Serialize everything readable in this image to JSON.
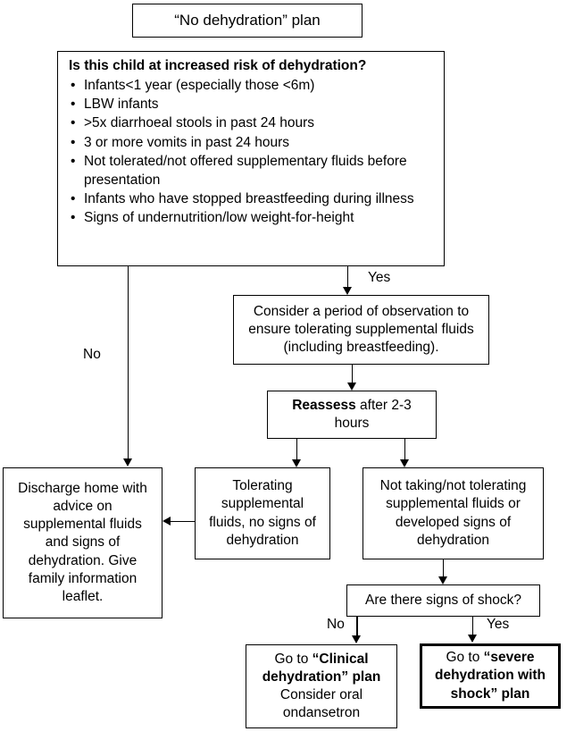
{
  "title": {
    "text": "“No dehydration” plan"
  },
  "risk": {
    "heading": "Is this child at increased risk of dehydration?",
    "items": [
      "Infants<1 year (especially those <6m)",
      "LBW infants",
      ">5x diarrhoeal stools in past 24 hours",
      "3 or more vomits in past 24 hours",
      "Not tolerated/not offered supplementary fluids before presentation",
      "Infants who have stopped breastfeeding during illness",
      "Signs of undernutrition/low weight-for-height"
    ]
  },
  "edges": {
    "risk_yes": "Yes",
    "risk_no": "No",
    "shock_no": "No",
    "shock_yes": "Yes"
  },
  "observation": {
    "text": "Consider a period of observation to ensure tolerating supplemental fluids (including breastfeeding)."
  },
  "reassess": {
    "bold": "Reassess",
    "rest": " after 2-3 hours"
  },
  "discharge": {
    "text": "Discharge home with advice on supplemental fluids and signs of dehydration. Give family information leaflet."
  },
  "tolerating": {
    "text": "Tolerating supplemental fluids, no signs of dehydration"
  },
  "not_taking": {
    "text": "Not taking/not tolerating supplemental fluids or developed signs of dehydration"
  },
  "shock_question": {
    "text": "Are there signs of shock?"
  },
  "clinical_plan": {
    "prefix": "Go to ",
    "bold": "“Clinical dehydration” plan",
    "suffix": "Consider oral ondansetron"
  },
  "severe_plan": {
    "prefix": "Go to ",
    "bold": "“severe dehydration with shock” plan"
  },
  "colors": {
    "line": "#000000",
    "background": "#ffffff",
    "text": "#000000"
  }
}
